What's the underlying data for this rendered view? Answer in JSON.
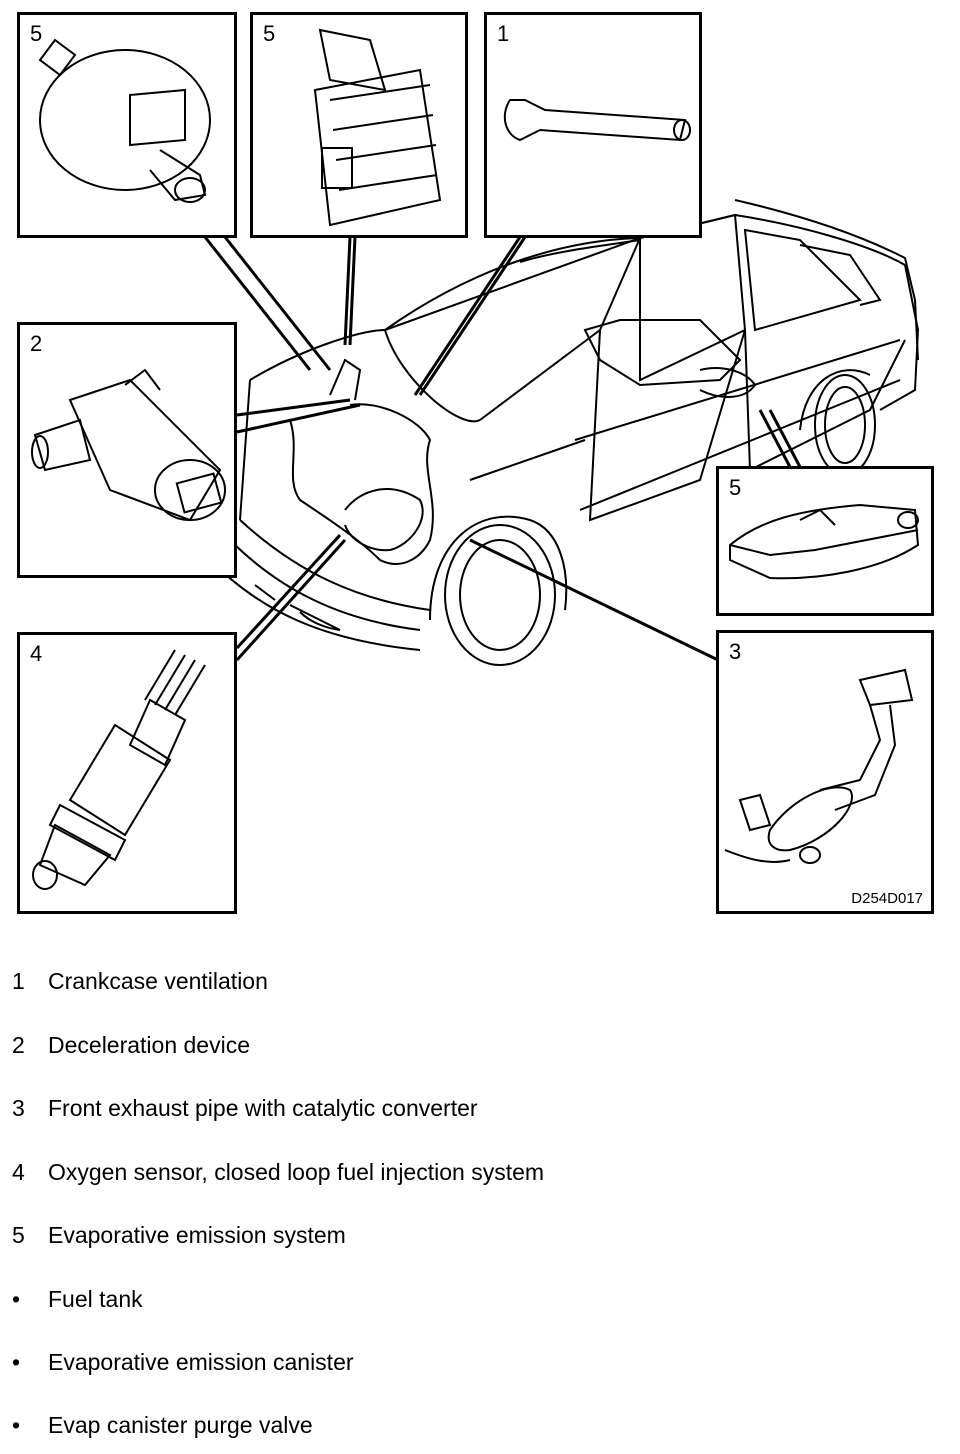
{
  "callouts": {
    "purge_valve": {
      "number": "5"
    },
    "canister": {
      "number": "5"
    },
    "crankcase_hose": {
      "number": "1"
    },
    "decel_device": {
      "number": "2"
    },
    "fuel_tank": {
      "number": "5"
    },
    "oxygen_sensor": {
      "number": "4"
    },
    "catalytic_converter": {
      "number": "3",
      "code": "D254D017"
    }
  },
  "legend": [
    {
      "marker": "1",
      "text": "Crankcase ventilation"
    },
    {
      "marker": "2",
      "text": "Deceleration device"
    },
    {
      "marker": "3",
      "text": "Front exhaust pipe with catalytic converter"
    },
    {
      "marker": "4",
      "text": "Oxygen sensor, closed loop fuel injection system"
    },
    {
      "marker": "5",
      "text": "Evaporative emission system"
    },
    {
      "marker": "•",
      "text": "Fuel tank"
    },
    {
      "marker": "•",
      "text": "Evaporative emission canister"
    },
    {
      "marker": "•",
      "text": "Evap canister purge valve"
    }
  ]
}
